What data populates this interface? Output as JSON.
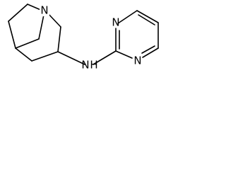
{
  "diagram": {
    "type": "chemical-structure",
    "atoms": {
      "quinuclidine_n": "N",
      "amine_nh": "N",
      "amine_h": "H",
      "pyrimidine_n_top": "N",
      "pyrimidine_n_bottom": "N"
    },
    "colors": {
      "bond": "#000000",
      "label": "#000000",
      "background": "#ffffff"
    }
  }
}
